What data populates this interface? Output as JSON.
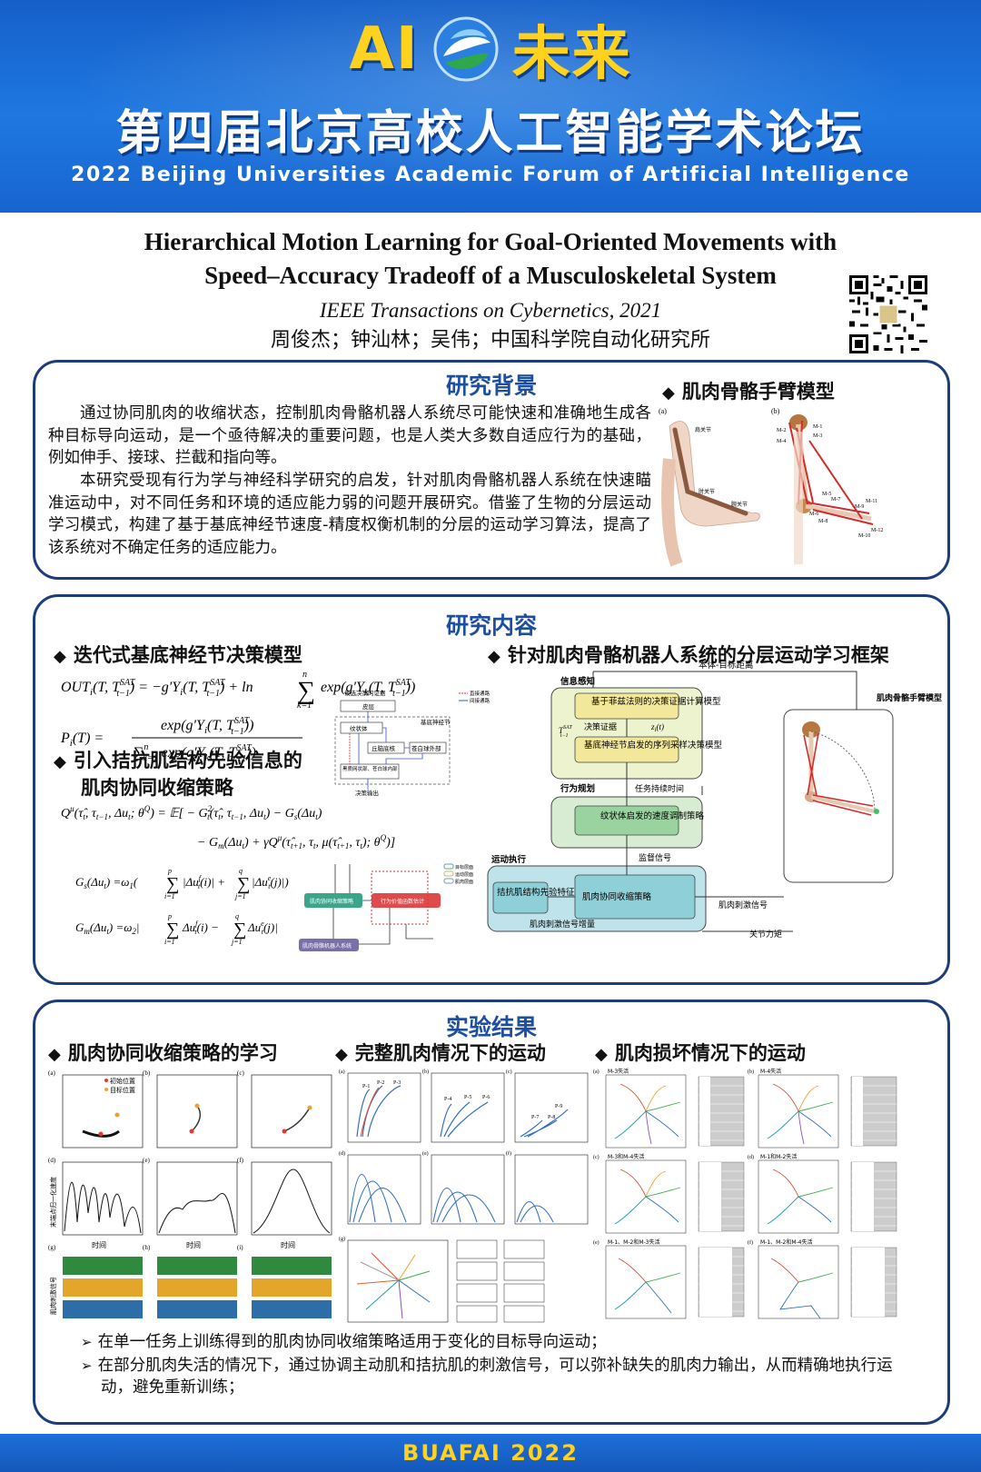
{
  "header": {
    "logo_ai": "AI",
    "logo_future": "未来",
    "title_cn": "第四届北京高校人工智能学术论坛",
    "title_en": "2022 Beijing Universities Academic Forum of Artificial Intelligence"
  },
  "paper": {
    "title_line1": "Hierarchical Motion Learning for Goal-Oriented Movements with",
    "title_line2": "Speed–Accuracy Tradeoff of a Musculoskeletal System",
    "venue": "IEEE Transactions on Cybernetics, 2021",
    "authors": "周俊杰；钟汕林；吴伟；中国科学院自动化研究所"
  },
  "background": {
    "title": "研究背景",
    "para1": "通过协同肌肉的收缩状态，控制肌肉骨骼机器人系统尽可能快速和准确地生成各种目标导向运动，是一个亟待解决的重要问题，也是人类大多数自适应行为的基础，例如伸手、接球、拦截和指向等。",
    "para2": "本研究受现有行为学与神经科学研究的启发，针对肌肉骨骼机器人系统在快速瞄准运动中，对不同任务和环境的适应能力弱的问题开展研究。借鉴了生物的分层运动学习模式，构建了基于基底神经节速度-精度权衡机制的分层的运动学习算法，提高了该系统对不确定任务的适应能力。",
    "model_title": "肌肉骨骼手臂模型",
    "fig_a": "(a)",
    "fig_b": "(b)",
    "label_shoulder": "肩关节",
    "label_elbow": "肘关节",
    "label_wrist": "腕关节",
    "muscles": [
      "M-1",
      "M-2",
      "M-3",
      "M-4",
      "M-5",
      "M-6",
      "M-7",
      "M-8",
      "M-9",
      "M-10",
      "M-11",
      "M-12"
    ]
  },
  "content": {
    "title": "研究内容",
    "sub1": "迭代式基底神经节决策模型",
    "sub2_line1": "引入拮抗肌结构先验信息的",
    "sub2_line2": "肌肉协同收缩策略",
    "sub3": "针对肌肉骨骼机器人系统的分层运动学习框架",
    "bg_diagram": {
      "evidence": "候选决策的证据",
      "cortex": "皮层",
      "striatum": "纹状体",
      "gpe": "丘脑底核",
      "gpe2": "苍白球外部",
      "snr": "黑质网状部、苍白球内部",
      "output": "决策输出",
      "direct": "直接通路",
      "indirect": "间接通路",
      "bg": "基底神经节"
    },
    "policy_diagram": {
      "policy": "肌肉协同收缩策略",
      "value": "行为价值函数估计",
      "robot": "肌肉骨骼机器人系统",
      "legend1": "目标层面",
      "legend2": "运动层面",
      "legend3": "肌肉层面"
    },
    "framework": {
      "top": "本体-目标距离",
      "perception": "信息感知",
      "planning": "行为规划",
      "execution": "运动执行",
      "box1": "基于菲兹法则的决策证据计算模型",
      "evidence": "决策证据",
      "box2": "基底神经节启发的序列采样决策模型",
      "duration": "任务持续时间",
      "box3": "纹状体启发的速度调制策略",
      "supervision": "监督信号",
      "box4": "拮抗肌结构先验特征",
      "box5": "肌肉协同收缩策略",
      "stim_inc": "肌肉刺激信号增量",
      "stim": "肌肉刺激信号",
      "torque": "关节力矩",
      "arm_model": "肌肉骨骼手臂模型"
    }
  },
  "results": {
    "title": "实验结果",
    "sub1": "肌肉协同收缩策略的学习",
    "sub2": "完整肌肉情况下的运动",
    "sub3": "肌肉损坏情况下的运动",
    "legend_init": "初始位置",
    "legend_target": "目标位置",
    "time": "时间",
    "speed": "末端点归一化速度",
    "stim": "肌肉刺激信号",
    "bullet1": "在单一任务上训练得到的肌肉协同收缩策略适用于变化的目标导向运动；",
    "bullet2": "在部分肌肉失活的情况下，通过协调主动肌和拮抗肌的刺激信号，可以弥补缺失的肌肉力输出，从而精确地执行运动，避免重新训练；",
    "damage_labels": [
      "M-3失活",
      "M-4失活",
      "M-3和M-4失活",
      "M-1和M-2失活",
      "M-1、M-2和M-3失活",
      "M-1、M-2和M-4失活"
    ],
    "path_labels": [
      "P-1",
      "P-2",
      "P-3",
      "P-4",
      "P-5",
      "P-6",
      "P-7",
      "P-8",
      "P-9"
    ]
  },
  "footer": "BUAFAI 2022"
}
